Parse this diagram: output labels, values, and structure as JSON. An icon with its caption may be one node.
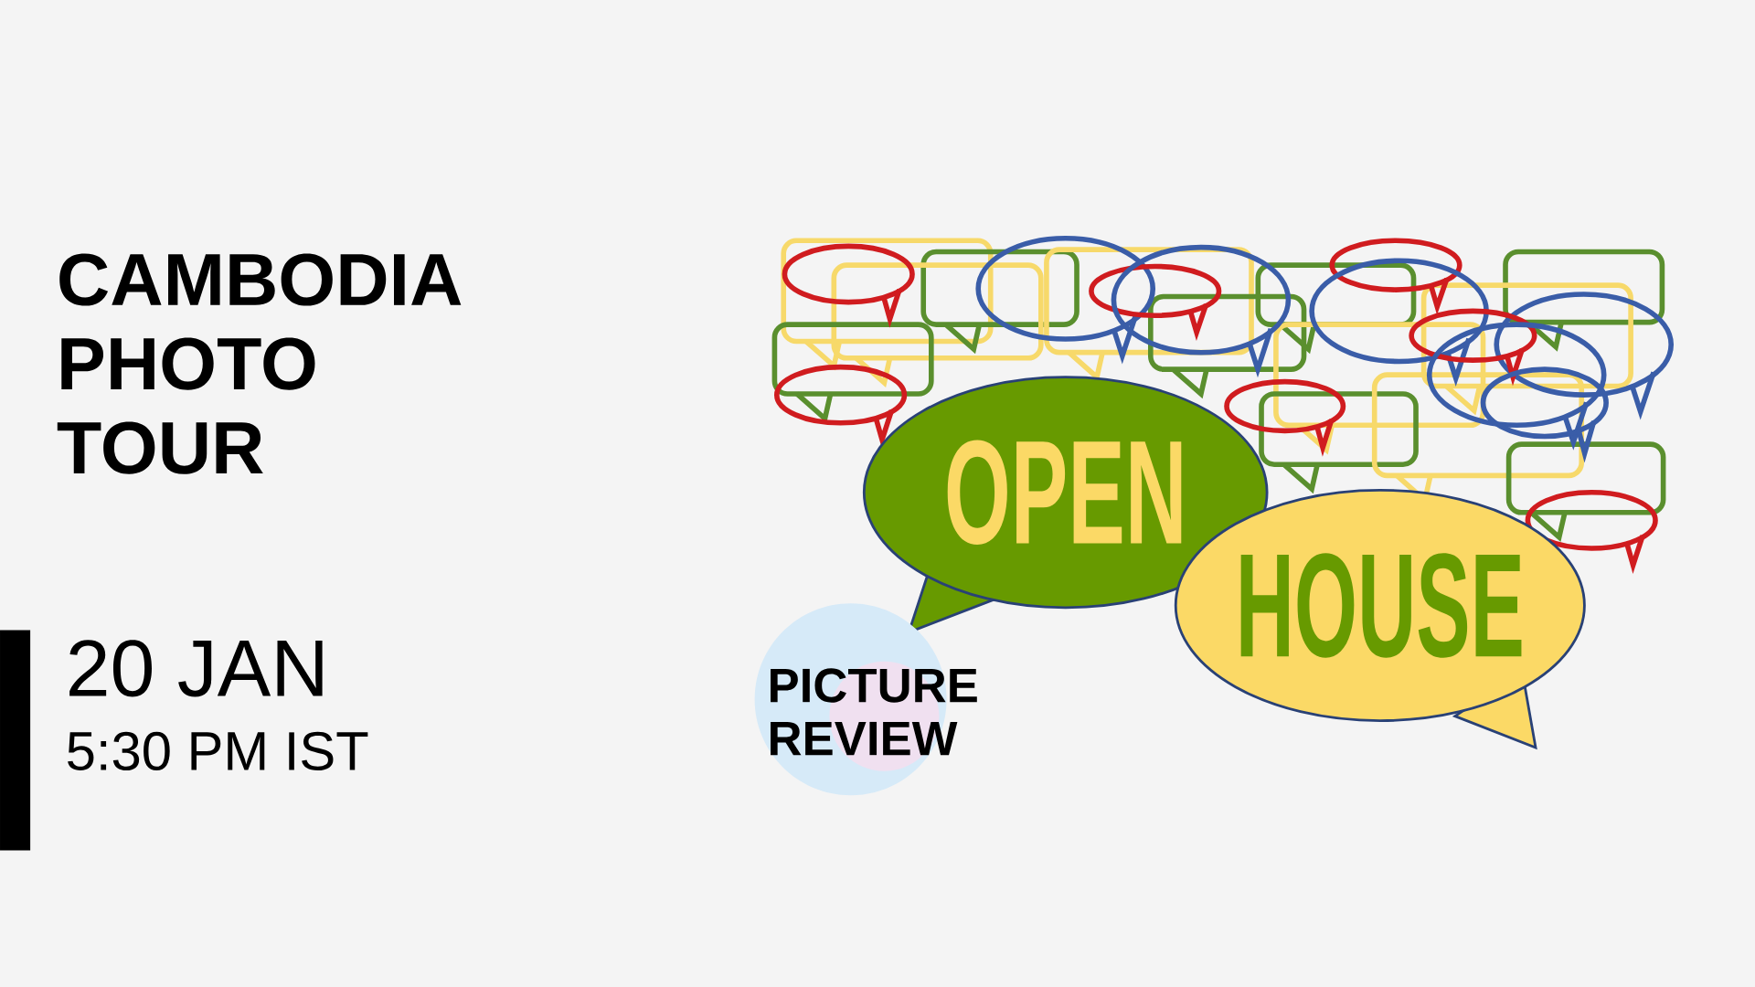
{
  "diagram": {
    "title": "CAMBODIA PHOTO TOUR",
    "nodes": [
      {
        "text": [
          "OPEN"
        ]
      },
      {
        "text": [
          "HOUSE"
        ]
      },
      {
        "text": [
          "PICTURE REVIEW"
        ]
      }
    ],
    "labels": [
      "20 JAN",
      "5:30 PM IST"
    ]
  }
}
